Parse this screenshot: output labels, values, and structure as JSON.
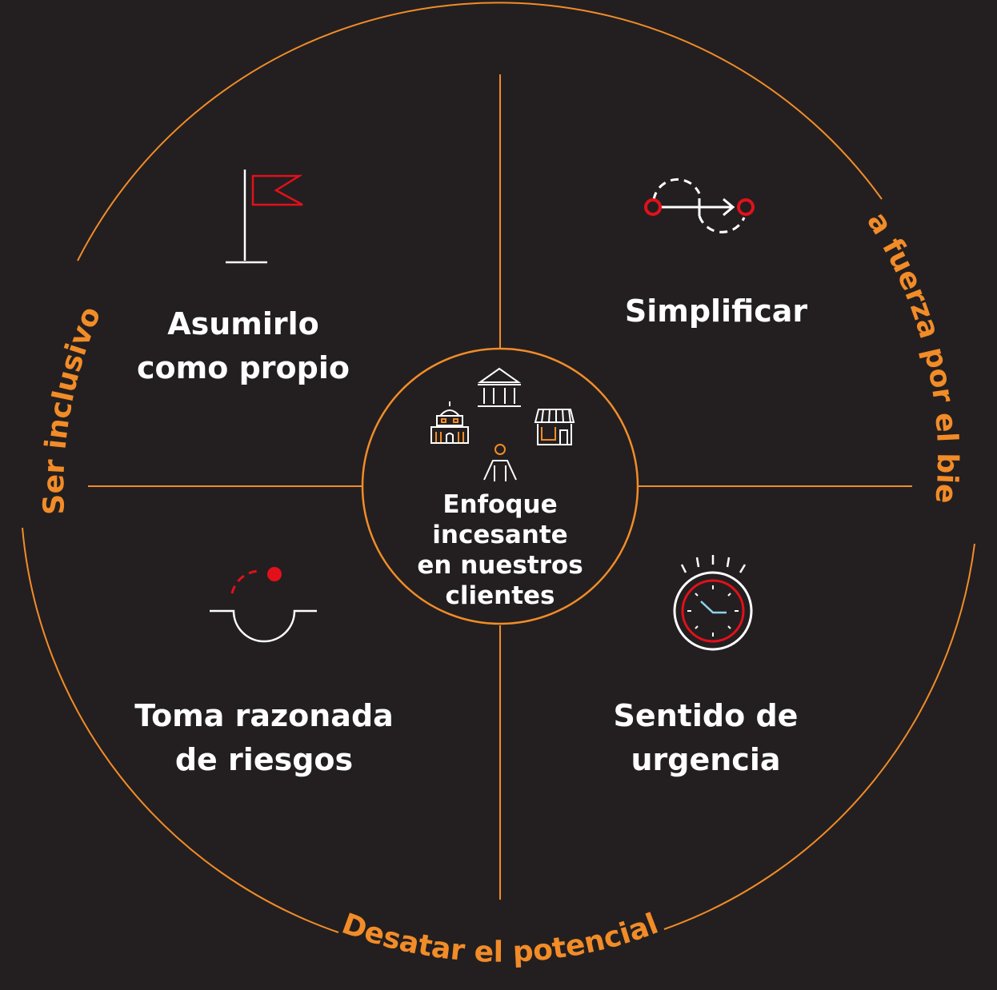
{
  "colors": {
    "background": "#231f20",
    "accent": "#f28c28",
    "icon_red": "#e3101b",
    "text": "#ffffff"
  },
  "center": {
    "label_lines": [
      "Enfoque",
      "incesante",
      "en nuestros",
      "clientes"
    ],
    "icons": [
      "museum-building-icon",
      "bank-building-icon",
      "storefront-icon",
      "person-icon"
    ]
  },
  "quadrants": {
    "top_left": {
      "lines": [
        "Asumirlo",
        "como propio"
      ],
      "icon": "flag-icon"
    },
    "top_right": {
      "lines": [
        "Simplificar"
      ],
      "icon": "simplify-path-icon"
    },
    "bottom_left": {
      "lines": [
        "Toma razonada",
        "de riesgos"
      ],
      "icon": "risk-arc-icon"
    },
    "bottom_right": {
      "lines": [
        "Sentido de",
        "urgencia"
      ],
      "icon": "stopwatch-icon"
    }
  },
  "ring_labels": {
    "left": "Ser inclusivo",
    "right": "La fuerza por el bien",
    "bottom": "Desatar el potencial"
  }
}
